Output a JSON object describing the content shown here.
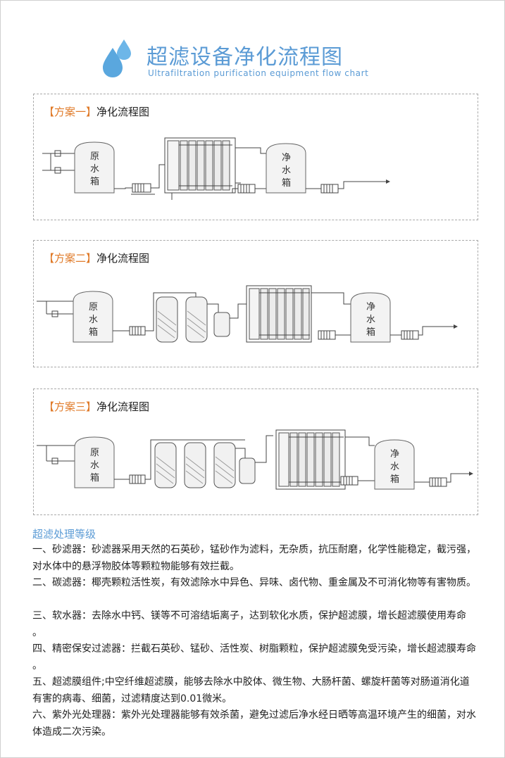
{
  "header": {
    "title": "超滤设备净化流程图",
    "subtitle": "Ultrafiltration purification equipment flow chart"
  },
  "schemes": [
    {
      "title_tag": "【方案一】",
      "title_text": "净化流程图",
      "raw_tank": [
        "原",
        "水",
        "箱"
      ],
      "clean_tank": [
        "净",
        "水",
        "箱"
      ]
    },
    {
      "title_tag": "【方案二】",
      "title_text": "净化流程图",
      "raw_tank": [
        "原",
        "水",
        "箱"
      ],
      "clean_tank": [
        "净",
        "水",
        "箱"
      ]
    },
    {
      "title_tag": "【方案三】",
      "title_text": "净化流程图",
      "raw_tank": [
        "原",
        "水",
        "箱"
      ],
      "clean_tank": [
        "净",
        "水",
        "箱"
      ]
    }
  ],
  "section": {
    "heading": "超滤处理等级",
    "paragraphs": [
      "一、砂滤器：砂滤器采用天然的石英砂，锰砂作为滤料，无杂质，抗压耐磨，化学性能稳定，截污强，对水体中的悬浮物胶体等颗粒物能够有效拦截。",
      "二、碳滤器：椰壳颗粒活性炭，有效滤除水中异色、异味、卤代物、重金属及不可消化物等有害物质。",
      "三、软水器：去除水中钙、镁等不可溶结垢离子，达到软化水质，保护超滤膜，增长超滤膜使用寿命 。",
      "四、精密保安过滤器：拦截石英砂、锰砂、活性炭、树脂颗粒，保护超滤膜免受污染，增长超滤膜寿命 。",
      "五、超滤膜组件;中空纤维超滤膜，能够去除水中胶体、微生物、大肠杆菌、螺旋杆菌等对肠道消化道有害的病毒、细菌，过滤精度达到0.01微米。",
      " 六、紫外光处理器：紫外光处理器能够有效杀菌，避免过滤后净水经日晒等高温环境产生的细菌，对水体造成二次污染。"
    ]
  }
}
